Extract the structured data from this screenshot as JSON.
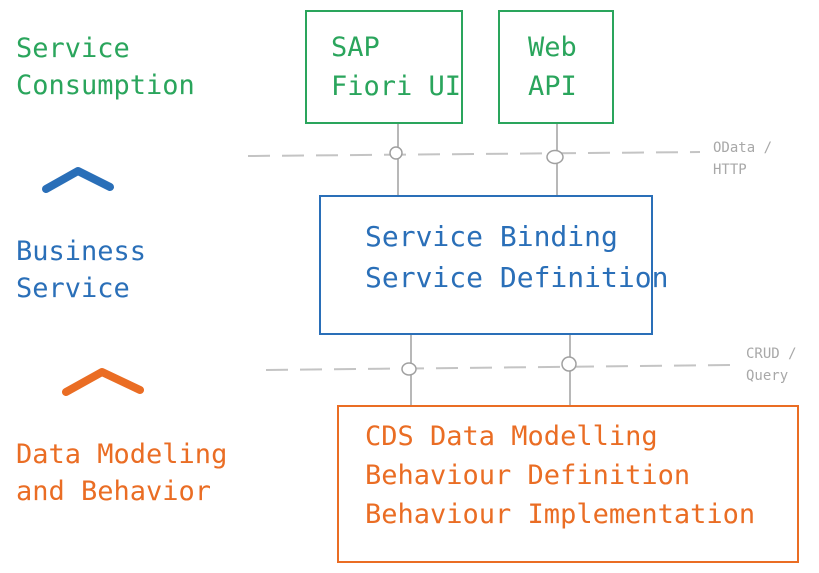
{
  "layers": {
    "consumption": {
      "line1": "Service",
      "line2": "Consumption",
      "color": "#2aa55c"
    },
    "business": {
      "line1": "Business",
      "line2": "Service",
      "color": "#2a6fb8"
    },
    "data": {
      "line1": "Data Modeling",
      "line2": "and Behavior",
      "color": "#ea6d24"
    }
  },
  "boxes": {
    "fiori": {
      "line1": "SAP",
      "line2": "Fiori UI"
    },
    "web_api": {
      "line1": "Web",
      "line2": "API"
    },
    "service": {
      "line1": "Service Binding",
      "line2": "Service Definition"
    },
    "cds": {
      "line1": "CDS Data Modelling",
      "line2": "Behaviour Definition",
      "line3": "Behaviour Implementation"
    }
  },
  "boundaries": {
    "odata": {
      "line1": "OData /",
      "line2": "HTTP"
    },
    "crud": {
      "line1": "CRUD /",
      "line2": "Query"
    }
  },
  "icons": [
    "chevron-up-icon",
    "chevron-up-icon"
  ]
}
